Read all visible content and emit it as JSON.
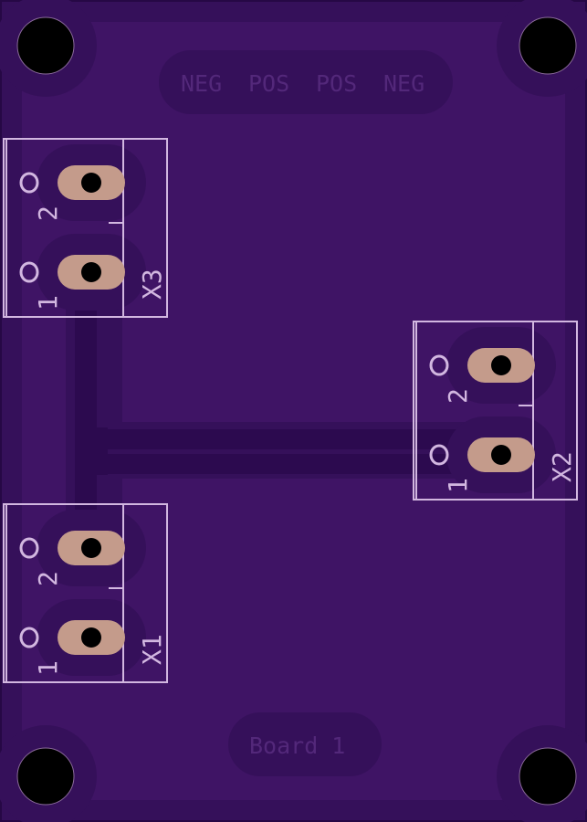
{
  "board": {
    "label": "Board 1",
    "colors": {
      "substrate": "#35105a",
      "copper_pour": "#3f1465",
      "keepout": "#2e0c52",
      "trace": "#2c0a4f",
      "silkscreen": "#d2b7e0",
      "pad": "#c49b8b",
      "drill": "#000000",
      "mask_text": "#53287a"
    }
  },
  "header_labels": [
    "NEG",
    "POS",
    "POS",
    "NEG"
  ],
  "connectors": [
    {
      "ref": "X3",
      "pins": [
        "1",
        "2"
      ]
    },
    {
      "ref": "X2",
      "pins": [
        "1",
        "2"
      ]
    },
    {
      "ref": "X1",
      "pins": [
        "1",
        "2"
      ]
    }
  ],
  "pin_marker": "O"
}
